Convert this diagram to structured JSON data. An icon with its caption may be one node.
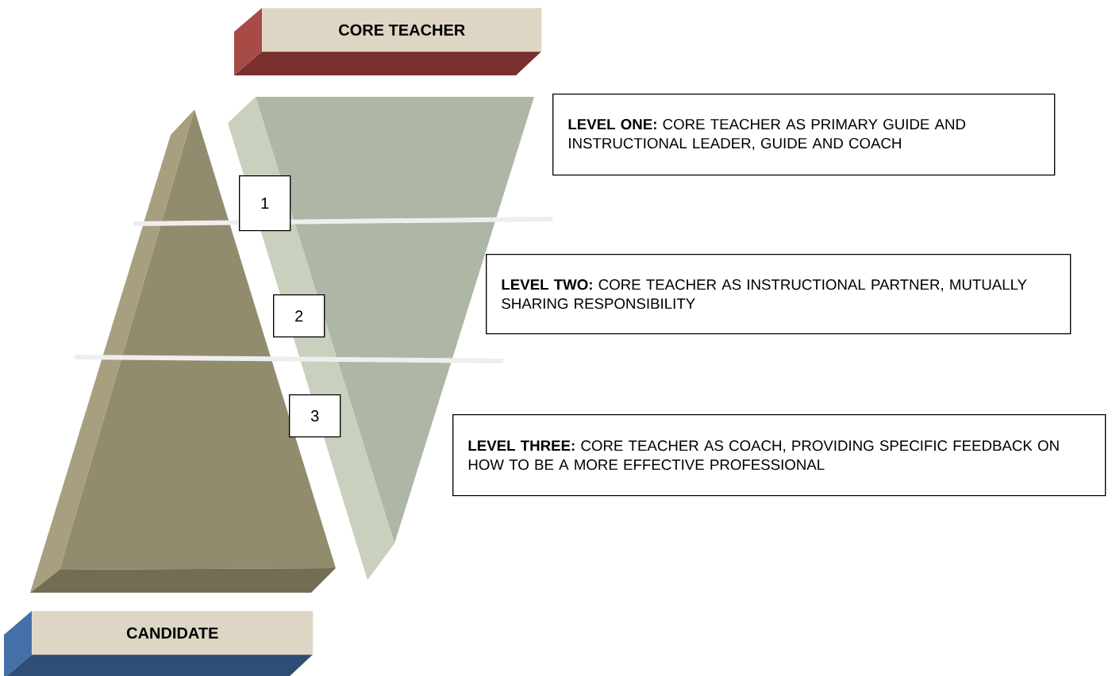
{
  "diagram": {
    "nodes": [
      {
        "text": [
          "CORE TEACHER"
        ]
      },
      {
        "text": [
          "1"
        ]
      },
      {
        "text": [
          "**LEVEL ONE:** CORE TEACHER AS PRIMARY GUIDE AND INSTRUCTIONAL LEADER, GUIDE AND COACH"
        ]
      },
      {
        "text": [
          "2"
        ]
      },
      {
        "text": [
          "**LEVEL TWO:**  CORE TEACHER AS INSTRUCTIONAL PARTNER, MUTUALLY SHARING RESPONSIBILITY"
        ]
      },
      {
        "text": [
          "3"
        ]
      },
      {
        "text": [
          "**LEVEL THREE:**  CORE TEACHER AS COACH, PROVIDING SPECIFIC FEEDBACK ON HOW TO BE A MORE EFFECTIVE PROFESSIONAL"
        ]
      },
      {
        "text": [
          "CANDIDATE"
        ]
      }
    ]
  }
}
